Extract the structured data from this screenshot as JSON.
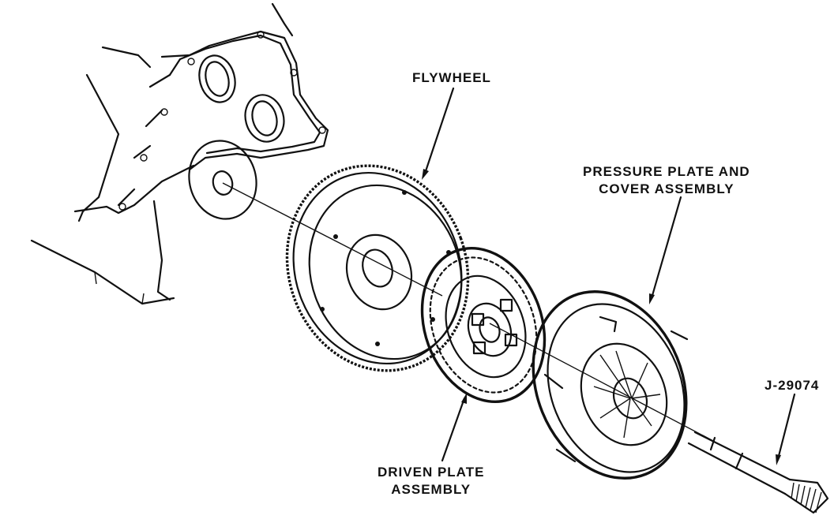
{
  "labels": {
    "flywheel": "FLYWHEEL",
    "pressure_plate_line1": "PRESSURE PLATE AND",
    "pressure_plate_line2": "COVER ASSEMBLY",
    "driven_plate_line1": "DRIVEN PLATE",
    "driven_plate_line2": "ASSEMBLY",
    "tool": "J-29074"
  },
  "colors": {
    "ink": "#111111",
    "paper": "#ffffff"
  }
}
